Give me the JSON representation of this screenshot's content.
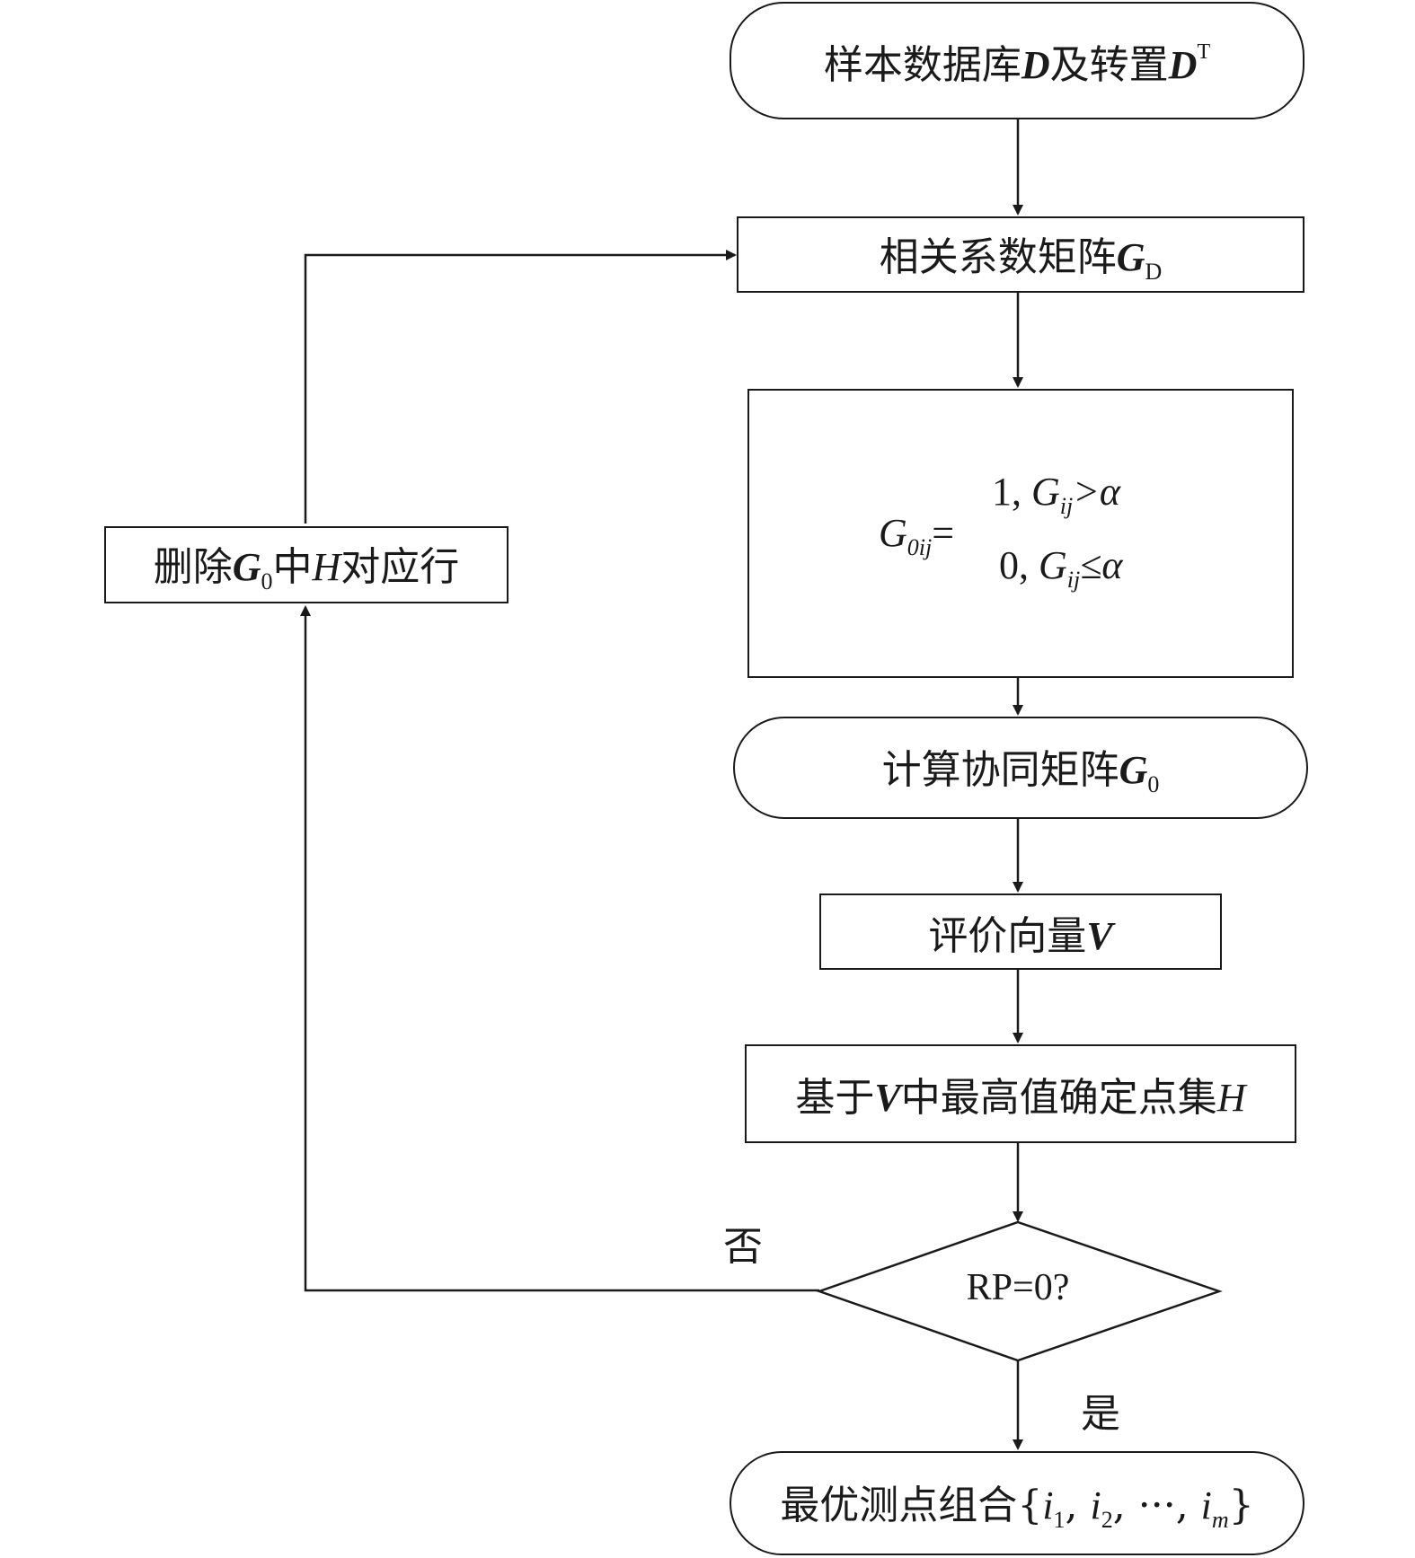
{
  "nodes": {
    "start": {
      "prefix": "样本数据库",
      "d": "D",
      "mid": "及转置",
      "d2": "D",
      "sup": "T"
    },
    "corr": {
      "prefix": "相关系数矩阵",
      "g": "G",
      "sub": "D"
    },
    "formula": {
      "lhs_g": "G",
      "lhs_sub": "0ij",
      "eq": "=",
      "case1": "1, ",
      "case1_g": "G",
      "case1_sub": "ij",
      "case1_op": ">α",
      "case2": "0, ",
      "case2_g": "G",
      "case2_sub": "ij",
      "case2_op": "≤α"
    },
    "coop": {
      "prefix": "计算协同矩阵",
      "g": "G",
      "sub": "0"
    },
    "eval": {
      "prefix": "评价向量",
      "v": "V"
    },
    "pointset": {
      "prefix": "基于",
      "v": "V",
      "mid": "中最高值确定点集",
      "h": "H"
    },
    "decision": {
      "text": "RP=0?"
    },
    "result": {
      "prefix": "最优测点组合",
      "set": "{",
      "i1": "i",
      "s1": "1",
      "c1": ", ",
      "i2": "i",
      "s2": "2",
      "c2": ", ···, ",
      "im": "i",
      "sm": "m",
      "close": "}"
    },
    "delete": {
      "prefix": "删除",
      "g": "G",
      "sub": "0",
      "mid": "中",
      "h": "H",
      "suffix": "对应行"
    }
  },
  "edge_labels": {
    "no": "否",
    "yes": "是"
  }
}
